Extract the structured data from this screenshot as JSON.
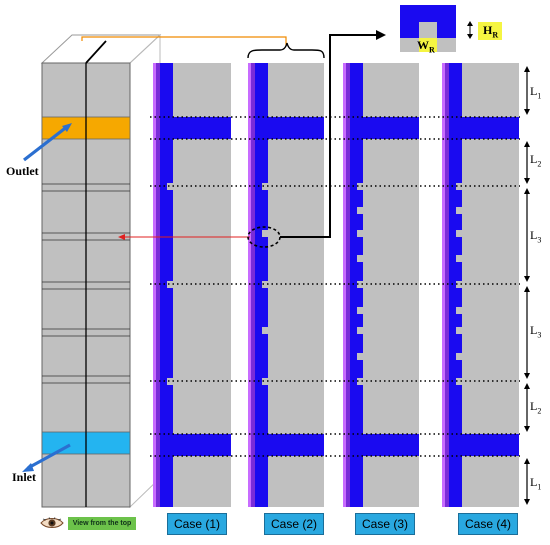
{
  "labels": {
    "outlet": "Outlet",
    "inlet": "Inlet",
    "view_from_top": "View from the top"
  },
  "cases": [
    {
      "label": "Case (1)"
    },
    {
      "label": "Case (2)"
    },
    {
      "label": "Case (3)"
    },
    {
      "label": "Case (4)"
    }
  ],
  "dimensions": {
    "L1_top": {
      "base": "L",
      "sub": "1"
    },
    "L2_top": {
      "base": "L",
      "sub": "2"
    },
    "L3_top": {
      "base": "L",
      "sub": "3"
    },
    "L3_bottom": {
      "base": "L",
      "sub": "3"
    },
    "L2_bottom": {
      "base": "L",
      "sub": "2"
    },
    "L1_bottom": {
      "base": "L",
      "sub": "1"
    }
  },
  "inset": {
    "height_label": {
      "base": "H",
      "sub": "R"
    },
    "width_label": {
      "base": "W",
      "sub": "R"
    }
  },
  "colors": {
    "panel_gray": "#c0c0c0",
    "channel_blue": "#1a0af0",
    "purple_strip": "#7a2cd8",
    "magenta_edge": "#c86cff",
    "outlet_orange": "#f6a800",
    "inlet_cyan": "#24b4f0",
    "case_box": "#29a8e0",
    "label_yellow": "#f5f542"
  }
}
